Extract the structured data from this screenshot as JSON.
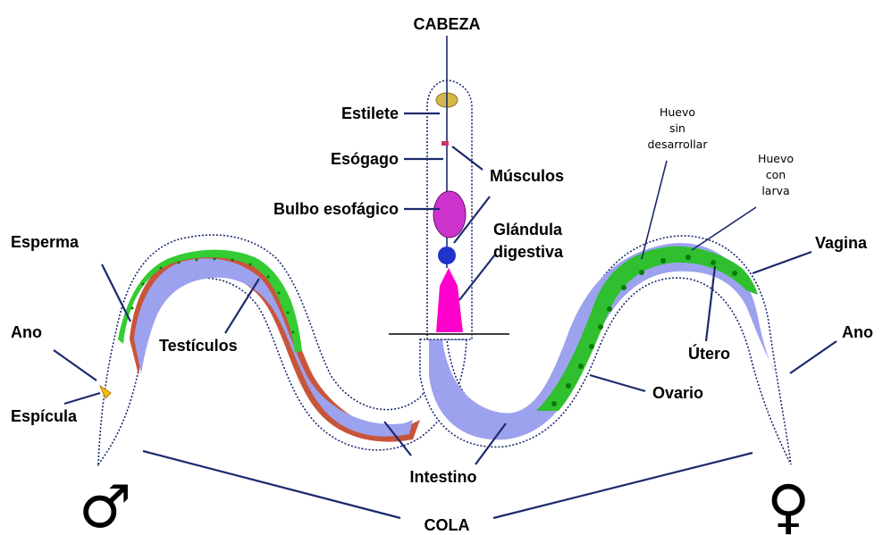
{
  "labels": {
    "head": "CABEZA",
    "tail": "COLA",
    "stylet": "Estilete",
    "esophagus": "Esógago",
    "esophageal_bulb": "Bulbo esofágico",
    "muscles": "Músculos",
    "digestive_gland_line1": "Glándula",
    "digestive_gland_line2": "digestiva",
    "sperm": "Esperma",
    "anus_male": "Ano",
    "spicule": "Espícula",
    "testicles": "Testículos",
    "intestine": "Intestino",
    "undeveloped_egg_line1": "Huevo",
    "undeveloped_egg_line2": "sin",
    "undeveloped_egg_line3": "desarrollar",
    "larva_egg_line1": "Huevo",
    "larva_egg_line2": "con",
    "larva_egg_line3": "larva",
    "vagina": "Vagina",
    "anus_female": "Ano",
    "uterus": "Útero",
    "ovary": "Ovario"
  },
  "symbols": {
    "male": "♂",
    "female": "♀"
  },
  "colors": {
    "body_fill": "#ffffff",
    "body_outline": "#1c2a6e",
    "intestine": "#9da2ee",
    "testis_border": "#c8553a",
    "sperm_green": "#33cc33",
    "bulb_magenta": "#cc33cc",
    "gland_magenta": "#ff00cc",
    "stylet_yellow": "#d4b94a",
    "ovary_green": "#2fbf2f",
    "arrow": "#1c2a6e"
  }
}
